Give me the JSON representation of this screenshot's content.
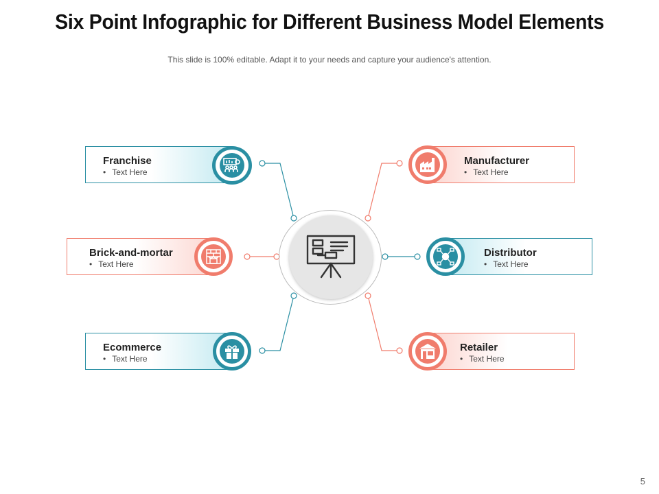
{
  "slide": {
    "title": "Six Point Infographic for Different Business Model Elements",
    "subtitle": "This slide is 100% editable. Adapt it to your needs and capture your audience's attention.",
    "page_number": "5"
  },
  "colors": {
    "teal": "#2a8fa3",
    "coral": "#f07c6c",
    "hub": "#e6e6e6"
  },
  "center": {
    "icon": "presentation-board-icon"
  },
  "items": [
    {
      "title": "Franchise",
      "bullet": "Text Here",
      "icon": "franchise-icon",
      "color": "teal",
      "side": "left"
    },
    {
      "title": "Brick-and-mortar",
      "bullet": "Text Here",
      "icon": "storefront-icon",
      "color": "coral",
      "side": "left"
    },
    {
      "title": "Ecommerce",
      "bullet": "Text Here",
      "icon": "gift-icon",
      "color": "teal",
      "side": "left"
    },
    {
      "title": "Manufacturer",
      "bullet": "Text Here",
      "icon": "factory-icon",
      "color": "coral",
      "side": "right"
    },
    {
      "title": "Distributor",
      "bullet": "Text Here",
      "icon": "network-icon",
      "color": "teal",
      "side": "right"
    },
    {
      "title": "Retailer",
      "bullet": "Text Here",
      "icon": "shop-icon",
      "color": "coral",
      "side": "right"
    }
  ]
}
